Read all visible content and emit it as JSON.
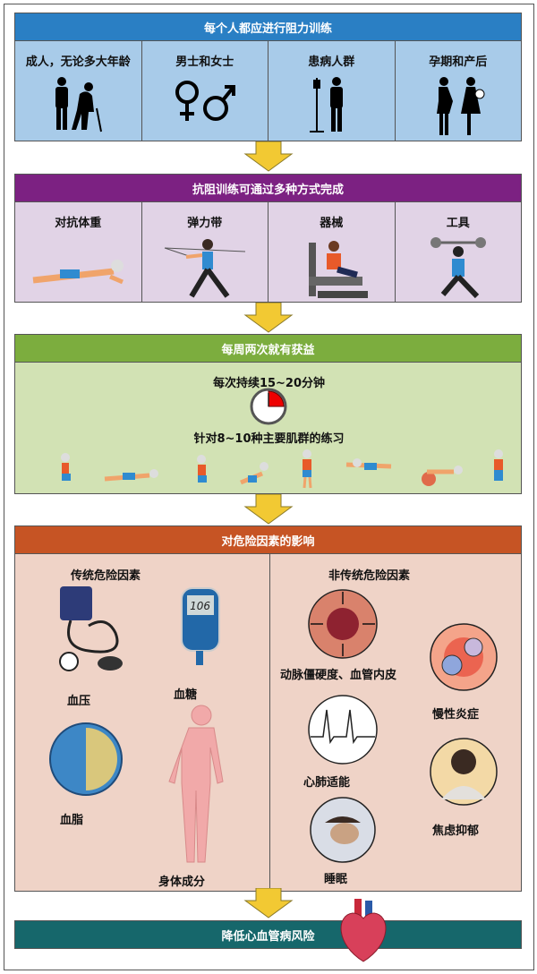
{
  "section1": {
    "title": "每个人都应进行阻力训练",
    "items": [
      {
        "label": "成人，无论多大年龄",
        "icon": "adult-elderly-icon"
      },
      {
        "label": "男士和女士",
        "icon": "gender-symbols-icon"
      },
      {
        "label": "患病人群",
        "icon": "patient-iv-icon"
      },
      {
        "label": "孕期和产后",
        "icon": "pregnant-mother-icon"
      }
    ]
  },
  "section2": {
    "title": "抗阻训练可通过多种方式完成",
    "items": [
      {
        "label": "对抗体重",
        "icon": "plank-icon"
      },
      {
        "label": "弹力带",
        "icon": "resistance-band-icon"
      },
      {
        "label": "器械",
        "icon": "machine-icon"
      },
      {
        "label": "工具",
        "icon": "barbell-icon"
      }
    ]
  },
  "section3": {
    "title": "每周两次就有获益",
    "duration": "每次持续15~20分钟",
    "muscles": "针对8~10种主要肌群的练习",
    "clock_fraction": 0.25
  },
  "section4": {
    "title": "对危险因素的影响",
    "traditional": {
      "heading": "传统危险因素",
      "items": [
        "血压",
        "血糖",
        "血脂",
        "身体成分"
      ],
      "meter_reading": "106"
    },
    "nontraditional": {
      "heading": "非传统危险因素",
      "items": [
        "动脉僵硬度、血管内皮",
        "慢性炎症",
        "心肺适能",
        "焦虑抑郁",
        "睡眠"
      ]
    }
  },
  "footer": {
    "title": "降低心血管病风险"
  },
  "colors": {
    "blue": "#2a7fc4",
    "blue_panel": "#a8cbe9",
    "purple": "#7c2182",
    "purple_panel": "#e1d3e6",
    "green": "#7cad3e",
    "green_panel": "#d2e2b4",
    "orange": "#c65424",
    "orange_panel": "#efd3c7",
    "teal": "#16676b",
    "arrow": "#f2c933"
  }
}
